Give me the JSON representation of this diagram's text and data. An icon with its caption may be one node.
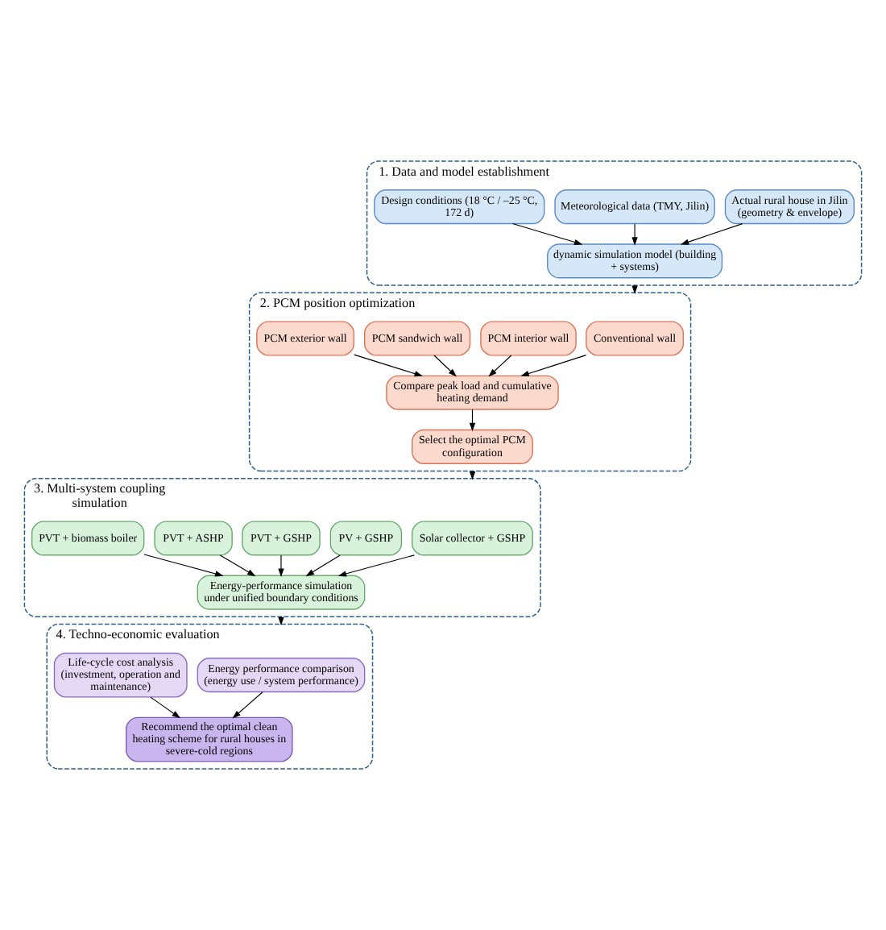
{
  "diagram": {
    "nodes": [
      {
        "text": [
          "1. Data and model establishment"
        ]
      },
      {
        "text": [
          "Actual rural house in Jilin (geometry & envelope)"
        ],
        "in": 0
      },
      {
        "text": [
          "Meteorological data (TMY, Jilin)"
        ],
        "in": 0
      },
      {
        "text": [
          "Design conditions (18 °C / –25 °C, 172 d)"
        ],
        "in": 0
      },
      {
        "text": [
          "dynamic simulation model (building + systems)"
        ],
        "in": 0
      },
      {
        "text": [
          "2. PCM position optimization"
        ]
      },
      {
        "text": [
          "Conventional wall"
        ],
        "in": 5
      },
      {
        "text": [
          "PCM interior wall"
        ],
        "in": 5
      },
      {
        "text": [
          "PCM sandwich wall"
        ],
        "in": 5
      },
      {
        "text": [
          "PCM exterior wall"
        ],
        "in": 5
      },
      {
        "text": [
          "Compare peak load and cumulative heating demand"
        ],
        "in": 5
      },
      {
        "text": [
          "Select the optimal PCM configuration"
        ],
        "in": 5
      },
      {
        "text": [
          "3. Multi-system coupling simulation"
        ]
      },
      {
        "text": [
          "Solar collector + GSHP"
        ],
        "in": 12
      },
      {
        "text": [
          "PV + GSHP"
        ],
        "in": 12
      },
      {
        "text": [
          "PVT + GSHP"
        ],
        "in": 12
      },
      {
        "text": [
          "PVT + ASHP"
        ],
        "in": 12
      },
      {
        "text": [
          "PVT + biomass boiler"
        ],
        "in": 12
      },
      {
        "text": [
          "Energy-performance simulation under unified boundary conditions"
        ],
        "in": 12
      },
      {
        "text": [
          "4. Techno-economic evaluation"
        ]
      },
      {
        "text": [
          "Energy performance comparison (energy use / system performance)"
        ],
        "in": 19
      },
      {
        "text": [
          "Life-cycle cost analysis (investment, operation and maintenance)"
        ],
        "in": 19
      },
      {
        "text": [
          "Recommend the optimal clean heating scheme for rural houses in severe-cold regions"
        ],
        "in": 19
      }
    ],
    "edges": [
      {
        "from": 1,
        "to": 4,
        "arrow": "to"
      },
      {
        "from": 2,
        "to": 4,
        "arrow": "to"
      },
      {
        "from": 3,
        "to": 4,
        "arrow": "to"
      },
      {
        "from": 0,
        "to": 5,
        "arrow": "to"
      },
      {
        "from": 6,
        "to": 10,
        "arrow": "to"
      },
      {
        "from": 7,
        "to": 10,
        "arrow": "to"
      },
      {
        "from": 8,
        "to": 10,
        "arrow": "to"
      },
      {
        "from": 9,
        "to": 10,
        "arrow": "to"
      },
      {
        "from": 10,
        "to": 11,
        "arrow": "to"
      },
      {
        "from": 5,
        "to": 12,
        "arrow": "to"
      },
      {
        "from": 13,
        "to": 18,
        "arrow": "to"
      },
      {
        "from": 14,
        "to": 18,
        "arrow": "to"
      },
      {
        "from": 15,
        "to": 18,
        "arrow": "to"
      },
      {
        "from": 16,
        "to": 18,
        "arrow": "to"
      },
      {
        "from": 17,
        "to": 18,
        "arrow": "to"
      },
      {
        "from": 12,
        "to": 19,
        "arrow": "to"
      },
      {
        "from": 20,
        "to": 22,
        "arrow": "to"
      },
      {
        "from": 21,
        "to": 22,
        "arrow": "to"
      }
    ]
  }
}
